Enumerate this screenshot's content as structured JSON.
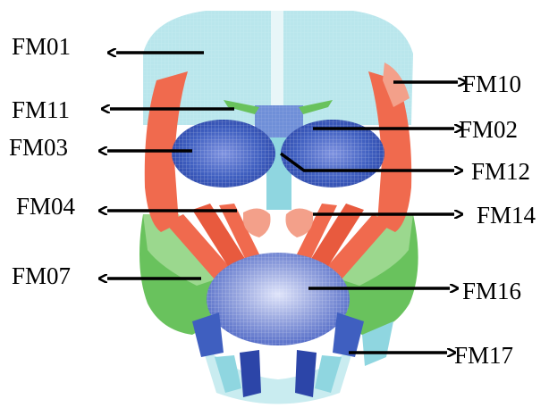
{
  "diagram": {
    "labels": {
      "fm01": "FM01",
      "fm10": "FM10",
      "fm11": "FM11",
      "fm02": "FM02",
      "fm03": "FM03",
      "fm12": "FM12",
      "fm04": "FM04",
      "fm14": "FM14",
      "fm07": "FM07",
      "fm16": "FM16",
      "fm17": "FM17"
    },
    "colors": {
      "light_cyan": "#b9e6ec",
      "cyan": "#8fd6e0",
      "orange_red": "#f06a4e",
      "salmon": "#f3a08a",
      "green": "#69c25d",
      "blue": "#3f5fc0",
      "dark_blue": "#2c45a8",
      "lavender": "#9aa8e0",
      "arrow": "#000000"
    }
  }
}
